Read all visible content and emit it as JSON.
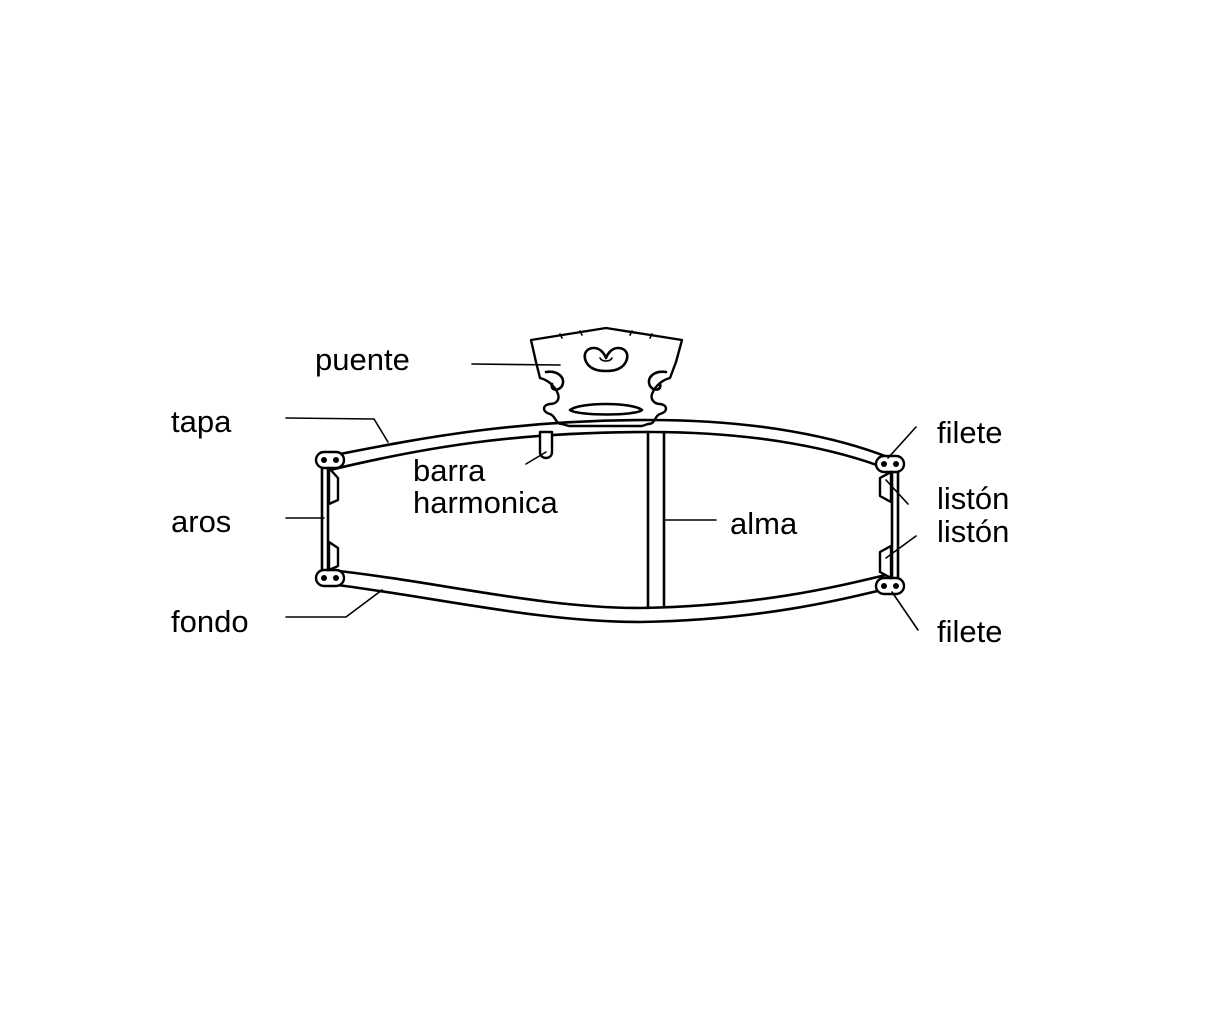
{
  "labels": {
    "puente": "puente",
    "tapa": "tapa",
    "barra": "barra",
    "harmonica": "harmonica",
    "aros": "aros",
    "fondo": "fondo",
    "alma": "alma",
    "filete_top": "filete",
    "liston_top": "listón",
    "liston_bottom": "listón",
    "filete_bottom": "filete"
  },
  "colors": {
    "ink": "#000000",
    "background": "#ffffff"
  }
}
